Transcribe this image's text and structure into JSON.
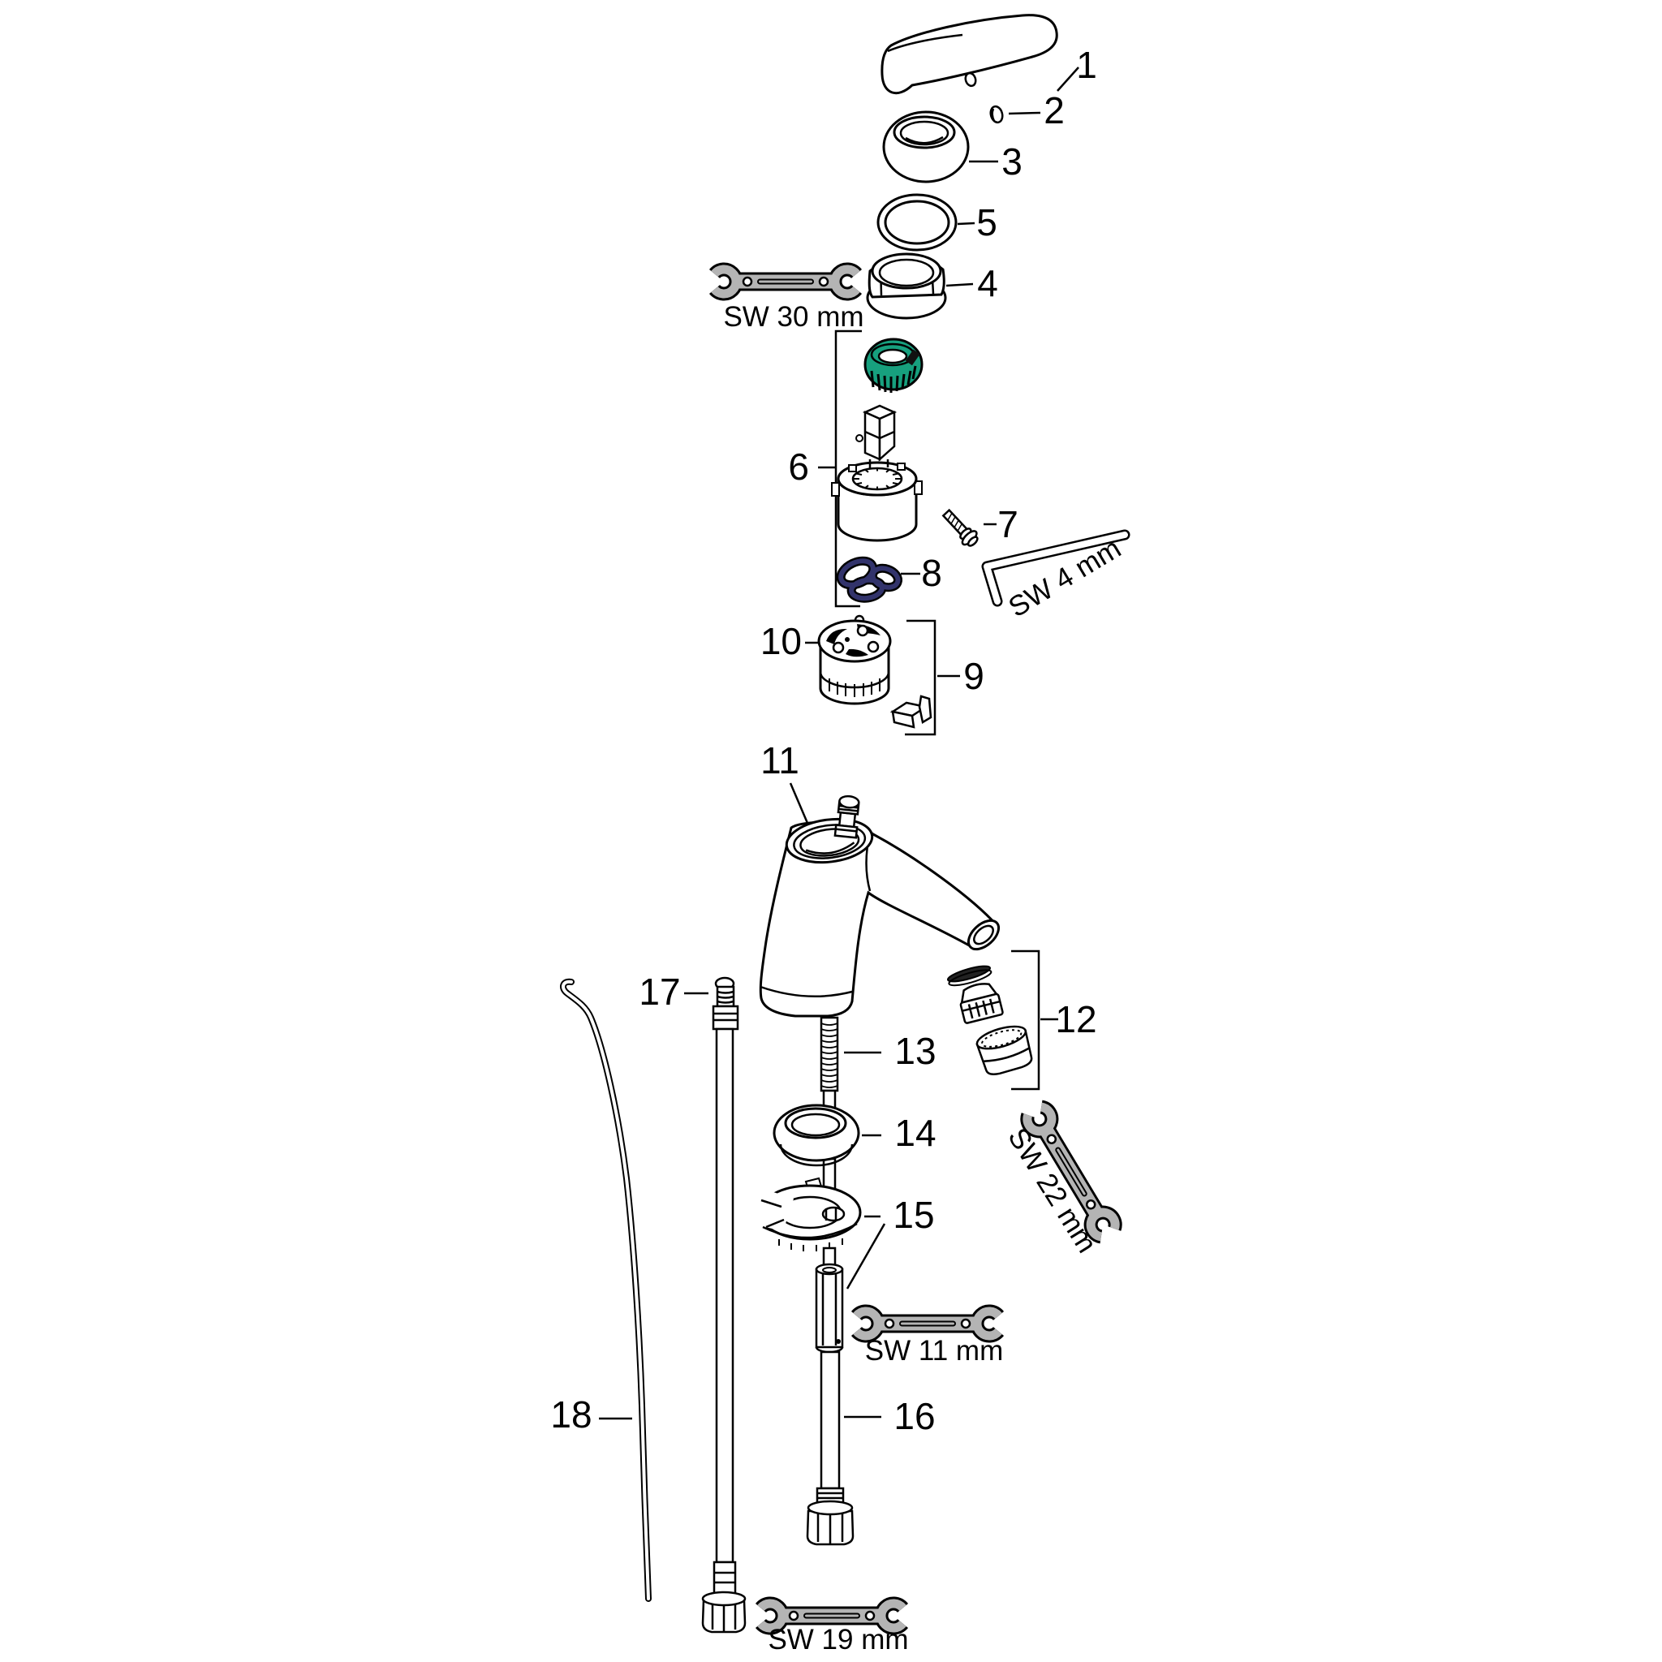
{
  "colors": {
    "background": "#ffffff",
    "line": "#000000",
    "wrench_gray": "#b4b4b4",
    "cartridge_ring_green": "#17a07e",
    "oring_blue": "#32336b"
  },
  "part_labels": {
    "p1": "1",
    "p2": "2",
    "p3": "3",
    "p4": "4",
    "p5": "5",
    "p6": "6",
    "p7": "7",
    "p8": "8",
    "p9": "9",
    "p10": "10",
    "p11": "11",
    "p12": "12",
    "p13": "13",
    "p14": "14",
    "p15": "15",
    "p16": "16",
    "p17": "17",
    "p18": "18"
  },
  "tool_labels": {
    "sw30": "SW 30 mm",
    "sw4": "SW 4 mm",
    "sw22": "SW 22 mm",
    "sw11": "SW 11 mm",
    "sw19": "SW 19 mm"
  }
}
